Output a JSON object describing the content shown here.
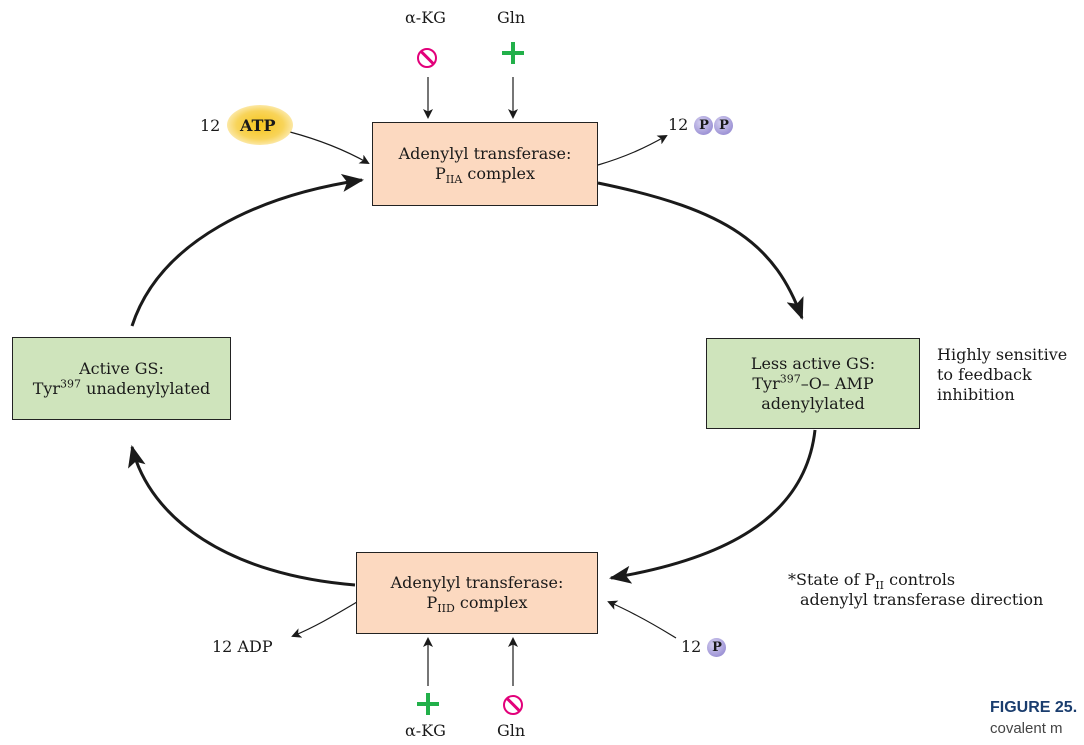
{
  "top_box": {
    "line1": "Adenylyl transferase:",
    "p_label": "P",
    "p_sub": "IIA",
    "tail": " complex"
  },
  "bottom_box": {
    "line1": "Adenylyl transferase:",
    "p_label": "P",
    "p_sub": "IID",
    "tail": " complex"
  },
  "left_box": {
    "line1": "Active GS:",
    "tyr": "Tyr",
    "tyr_sup": "397",
    "tail": " unadenylylated"
  },
  "right_box": {
    "line1": "Less active GS:",
    "tyr": "Tyr",
    "tyr_sup": "397",
    "tail": "–O– AMP",
    "line3": "adenylylated"
  },
  "effectors_top": {
    "left_label": "α-KG",
    "right_label": "Gln"
  },
  "effectors_bottom": {
    "left_label": "α-KG",
    "right_label": "Gln"
  },
  "atp": {
    "count": "12",
    "label": "ATP"
  },
  "ppi": {
    "count": "12",
    "p1": "P",
    "p2": "P"
  },
  "adp": {
    "label": "12 ADP"
  },
  "pi": {
    "count": "12",
    "p": "P"
  },
  "note_feedback": {
    "line1": "Highly sensitive",
    "line2": "to feedback",
    "line3": "inhibition"
  },
  "note_state": {
    "prefix": "*State of P",
    "sub": "II",
    "suffix": " controls",
    "line2": "adenylyl transferase direction"
  },
  "figure": {
    "label": "FIGURE 25.",
    "sub": "covalent m"
  },
  "colors": {
    "box_peach": "#fcd9c0",
    "box_green": "#cfe4bc",
    "inhibit": "#e2007a",
    "activate": "#22b04a",
    "phosphate": "#9f95d6",
    "atp": "#f6c51a"
  }
}
